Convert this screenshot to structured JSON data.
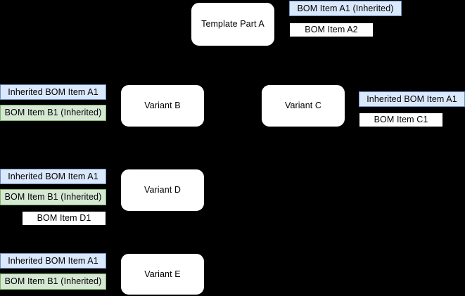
{
  "diagram": {
    "type": "bom-inheritance-diagram",
    "background_color": "#000000",
    "palette": {
      "card_fill": "#ffffff",
      "card_border": "#000000",
      "inherited_a_fill": "#dae8fc",
      "inherited_a_border": "#6c8ebf",
      "inherited_b_fill": "#d5e8d4",
      "inherited_b_border": "#82b366",
      "plain_fill": "#ffffff",
      "plain_border": "#000000",
      "text_color": "#000000"
    },
    "nodes": {
      "template_part_a": "Template Part A",
      "variant_b": "Variant B",
      "variant_c": "Variant C",
      "variant_d": "Variant D",
      "variant_e": "Variant E"
    },
    "bom_items": {
      "a_group": [
        "BOM Item A1 (Inherited)",
        "BOM Item A2"
      ],
      "b_group": [
        "Inherited BOM Item A1",
        "BOM Item B1 (Inherited)"
      ],
      "c_group": [
        "Inherited BOM Item A1",
        "BOM Item C1"
      ],
      "d_group": [
        "Inherited BOM Item A1",
        "BOM Item B1 (Inherited)",
        "BOM Item D1"
      ],
      "e_group": [
        "Inherited BOM Item A1",
        "BOM Item B1 (Inherited)"
      ]
    }
  }
}
